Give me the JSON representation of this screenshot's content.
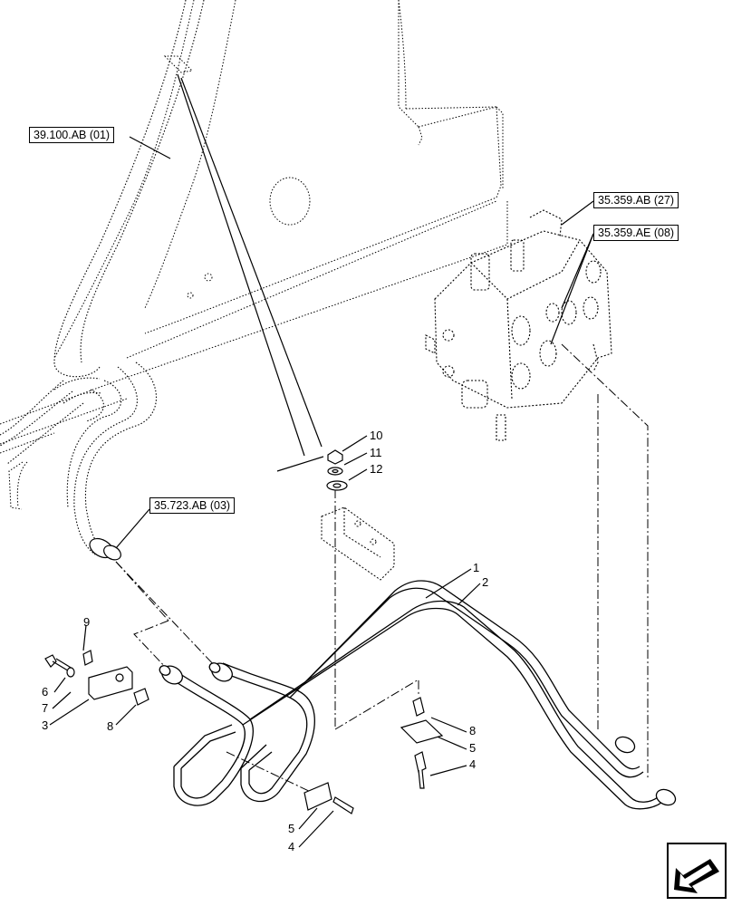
{
  "references": {
    "r39100": "39.100.AB (01)",
    "r35359ab": "35.359.AB (27)",
    "r35359ae": "35.359.AE (08)",
    "r35723": "35.723.AB (03)"
  },
  "callouts": {
    "c1": "1",
    "c2": "2",
    "c3": "3",
    "c4a": "4",
    "c4b": "4",
    "c5a": "5",
    "c5b": "5",
    "c6": "6",
    "c7": "7",
    "c8a": "8",
    "c8b": "8",
    "c9": "9",
    "c10": "10",
    "c11": "11",
    "c12": "12"
  },
  "icons": {
    "nav": "arrow-down-left-icon"
  }
}
